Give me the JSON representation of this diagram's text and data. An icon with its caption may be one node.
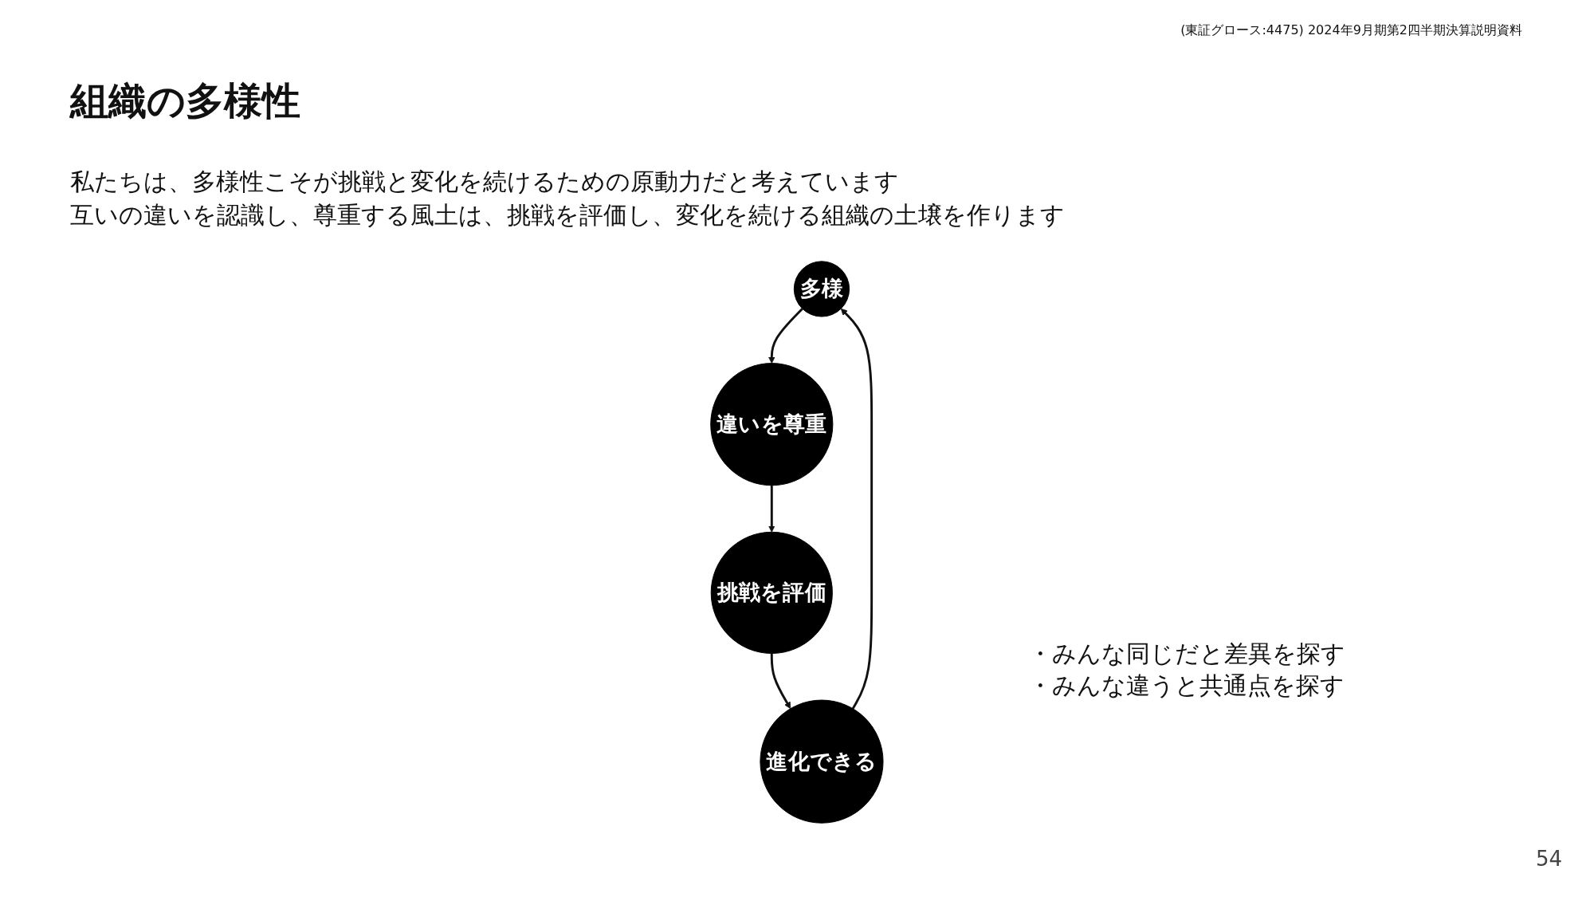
{
  "diagram": {
    "title": "組織の多様性",
    "nodes": [
      {
        "text": [
          "多様"
        ]
      },
      {
        "text": [
          "違いを尊重"
        ]
      },
      {
        "text": [
          "挑戦を評価"
        ]
      },
      {
        "text": [
          "進化できる"
        ]
      }
    ],
    "edges": [
      {
        "from": 0,
        "to": 1,
        "arrow": "to"
      },
      {
        "from": 1,
        "to": 2,
        "arrow": "to"
      },
      {
        "from": 2,
        "to": 3,
        "arrow": "to"
      },
      {
        "from": 3,
        "to": 0,
        "arrow": "to"
      }
    ],
    "labels": [
      "(東証グロース:4475) 2024年9月期第2四半期決算説明資料",
      "私たちは、多様性こそが挑戦と変化を続けるための原動力だと考えています",
      "互いの違いを認識し、尊重する風土は、挑戦を評価し、変化を続ける組織の土壌を作ります",
      "・みんな同じだと差異を探す",
      "・みんな違うと共通点を探す",
      "54"
    ]
  }
}
